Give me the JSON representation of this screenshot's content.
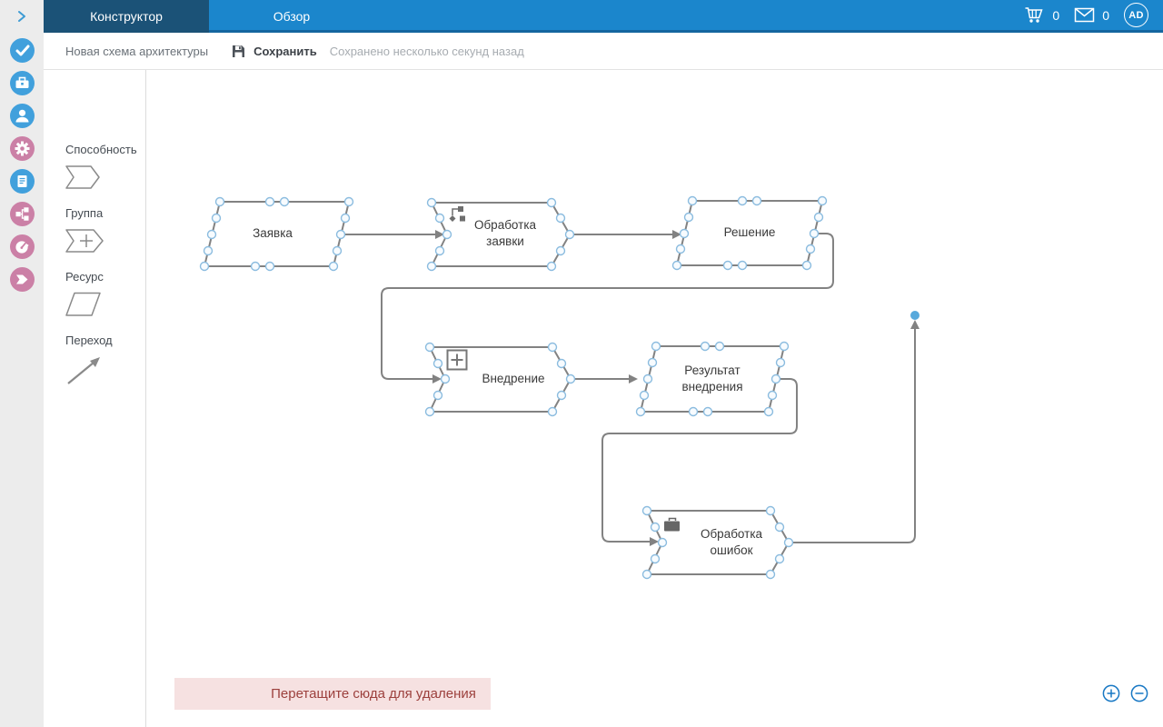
{
  "app": {
    "tabs": [
      {
        "label": "Конструктор",
        "active": true
      },
      {
        "label": "Обзор",
        "active": false
      }
    ],
    "cart_count": "0",
    "mail_count": "0",
    "avatar_initials": "AD"
  },
  "toolbar": {
    "doc_title": "Новая схема архитектуры",
    "save_label": "Сохранить",
    "save_status": "Сохранено несколько секунд назад"
  },
  "sidebar": {
    "icons": [
      {
        "name": "check-icon",
        "color": "#41a0dc"
      },
      {
        "name": "briefcase-icon",
        "color": "#41a0dc"
      },
      {
        "name": "person-icon",
        "color": "#41a0dc"
      },
      {
        "name": "gear-icon",
        "color": "#cb80a6"
      },
      {
        "name": "document-icon",
        "color": "#41a0dc"
      },
      {
        "name": "flowchart-icon",
        "color": "#cb80a6"
      },
      {
        "name": "gauge-icon",
        "color": "#cb80a6"
      },
      {
        "name": "chevron-shape-icon",
        "color": "#cb80a6"
      }
    ]
  },
  "palette": {
    "items": [
      {
        "label": "Способность",
        "shape": "chevron"
      },
      {
        "label": "Группа",
        "shape": "chevron-plus"
      },
      {
        "label": "Ресурс",
        "shape": "parallelogram"
      },
      {
        "label": "Переход",
        "shape": "arrow"
      }
    ]
  },
  "canvas": {
    "nodes": [
      {
        "label": "Заявка",
        "type": "resource-parallelogram"
      },
      {
        "label": "Обработка заявки",
        "type": "capability-chevron",
        "icon": "decomposition-icon"
      },
      {
        "label": "Решение",
        "type": "resource-parallelogram"
      },
      {
        "label": "Внедрение",
        "type": "capability-chevron",
        "icon": "group-plus-icon"
      },
      {
        "label": "Результат внедрения",
        "type": "resource-parallelogram"
      },
      {
        "label": "Обработка ошибок",
        "type": "capability-chevron",
        "icon": "briefcase-icon"
      }
    ],
    "delete_zone_label": "Перетащите сюда для удаления"
  },
  "colors": {
    "header_blue": "#1b86cc",
    "header_active_tab": "#1b5277",
    "header_bottom_strip": "#15669f",
    "rail_background": "#ececec",
    "icon_blue": "#41a0dc",
    "icon_pink": "#cb80a6",
    "shape_stroke": "#828282",
    "handle_stroke": "#8bbcdf",
    "endpoint_dot": "#57a9dc",
    "delete_zone_bg": "#f6e1e1",
    "delete_zone_text": "#9c403d",
    "zoom_button_blue": "#1878c4"
  }
}
